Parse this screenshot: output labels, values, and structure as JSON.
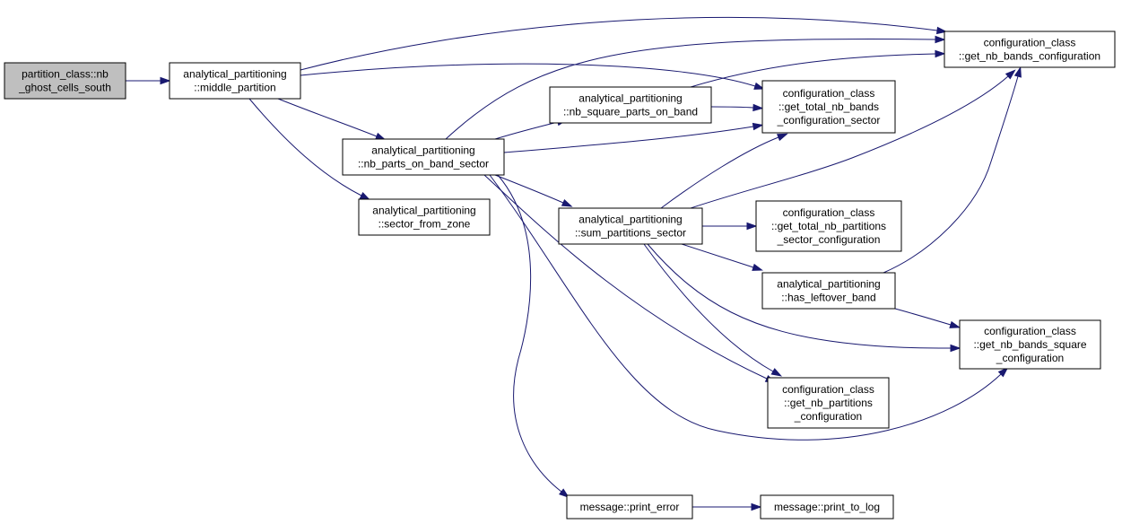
{
  "nodes": {
    "root": [
      "partition_class::nb",
      "_ghost_cells_south"
    ],
    "middle_partition": [
      "analytical_partitioning",
      "::middle_partition"
    ],
    "nb_parts_on_band_sector": [
      "analytical_partitioning",
      "::nb_parts_on_band_sector"
    ],
    "sector_from_zone": [
      "analytical_partitioning",
      "::sector_from_zone"
    ],
    "nb_square_parts_on_band": [
      "analytical_partitioning",
      "::nb_square_parts_on_band"
    ],
    "sum_partitions_sector": [
      "analytical_partitioning",
      "::sum_partitions_sector"
    ],
    "get_nb_bands_configuration": [
      "configuration_class",
      "::get_nb_bands_configuration"
    ],
    "get_total_nb_bands_configuration_sector": [
      "configuration_class",
      "::get_total_nb_bands",
      "_configuration_sector"
    ],
    "get_total_nb_partitions_sector_configuration": [
      "configuration_class",
      "::get_total_nb_partitions",
      "_sector_configuration"
    ],
    "has_leftover_band": [
      "analytical_partitioning",
      "::has_leftover_band"
    ],
    "get_nb_bands_square_configuration": [
      "configuration_class",
      "::get_nb_bands_square",
      "_configuration"
    ],
    "get_nb_partitions_configuration": [
      "configuration_class",
      "::get_nb_partitions",
      "_configuration"
    ],
    "print_error": [
      "message::print_error"
    ],
    "print_to_log": [
      "message::print_to_log"
    ]
  },
  "edges": [
    [
      "root",
      "middle_partition"
    ],
    [
      "middle_partition",
      "get_nb_bands_configuration"
    ],
    [
      "middle_partition",
      "get_total_nb_bands_configuration_sector"
    ],
    [
      "middle_partition",
      "nb_parts_on_band_sector"
    ],
    [
      "middle_partition",
      "sector_from_zone"
    ],
    [
      "nb_parts_on_band_sector",
      "get_nb_bands_configuration"
    ],
    [
      "nb_parts_on_band_sector",
      "nb_square_parts_on_band"
    ],
    [
      "nb_parts_on_band_sector",
      "get_total_nb_bands_configuration_sector"
    ],
    [
      "nb_parts_on_band_sector",
      "sum_partitions_sector"
    ],
    [
      "nb_parts_on_band_sector",
      "get_nb_partitions_configuration"
    ],
    [
      "nb_parts_on_band_sector",
      "get_nb_bands_square_configuration"
    ],
    [
      "nb_parts_on_band_sector",
      "print_error"
    ],
    [
      "nb_square_parts_on_band",
      "get_nb_bands_configuration"
    ],
    [
      "nb_square_parts_on_band",
      "get_total_nb_bands_configuration_sector"
    ],
    [
      "sum_partitions_sector",
      "get_total_nb_bands_configuration_sector"
    ],
    [
      "sum_partitions_sector",
      "get_nb_bands_configuration"
    ],
    [
      "sum_partitions_sector",
      "get_total_nb_partitions_sector_configuration"
    ],
    [
      "sum_partitions_sector",
      "has_leftover_band"
    ],
    [
      "sum_partitions_sector",
      "get_nb_bands_square_configuration"
    ],
    [
      "sum_partitions_sector",
      "get_nb_partitions_configuration"
    ],
    [
      "has_leftover_band",
      "get_nb_bands_configuration"
    ],
    [
      "has_leftover_band",
      "get_nb_bands_square_configuration"
    ],
    [
      "print_error",
      "print_to_log"
    ]
  ],
  "colors": {
    "edge": "#191970",
    "root_fill": "#bfbfbf",
    "node_fill": "#ffffff",
    "node_border": "#000000"
  }
}
